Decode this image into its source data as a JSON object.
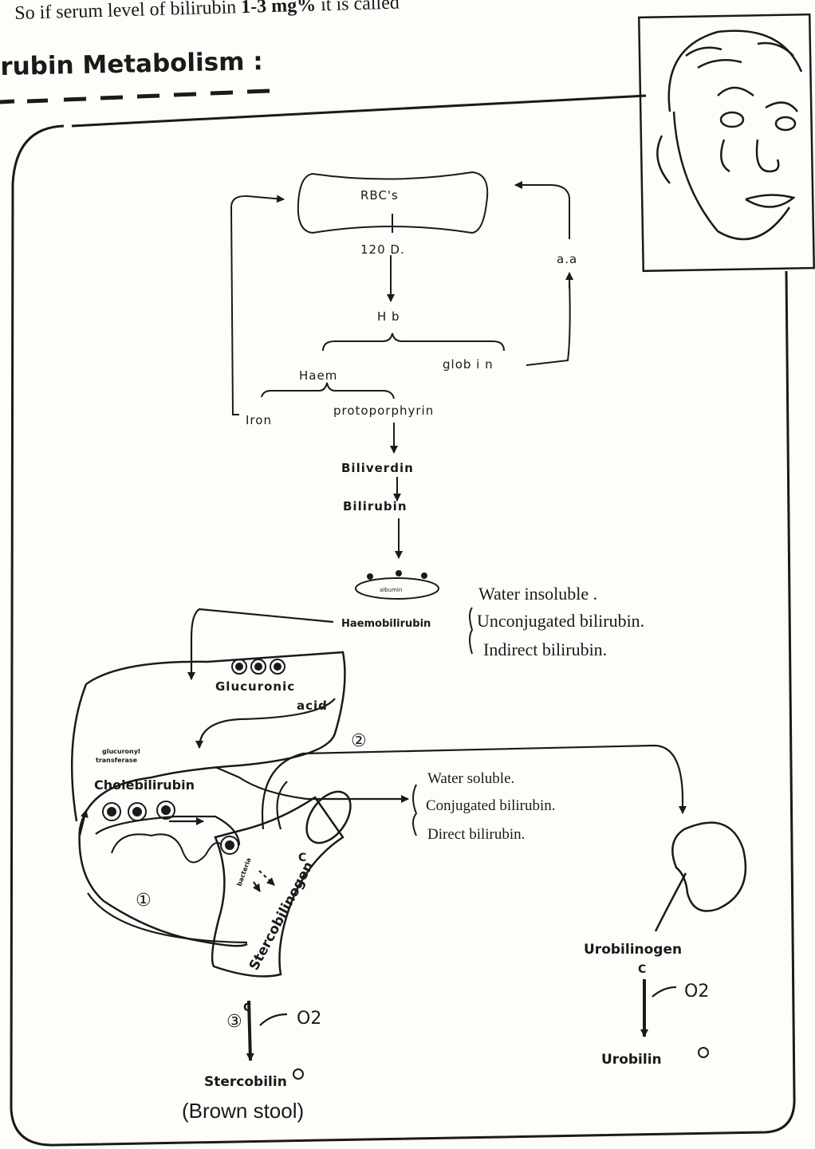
{
  "header": {
    "top_text_prefix": "So if serum level of bilirubin",
    "top_text_bold": "1-3 mg%",
    "top_text_suffix": "it is called",
    "title": "rubin Metabolism :"
  },
  "diagram": {
    "nodes": {
      "rbcs": "RBC's",
      "days": "120  D.",
      "hb": "H b",
      "haem": "Haem",
      "globin": "glob i n",
      "aa": "a.a",
      "iron": "Iron",
      "protoporphyrin": "protoporphyrin",
      "biliverdin": "Biliverdin",
      "bilirubin": "Bilirubin",
      "albumin": "albumin",
      "haemobilirubin": "Haemobilirubin",
      "glucuronic": "Glucuronic",
      "acid": "acid",
      "glucuronyl1": "glucuronyl",
      "glucuronyl2": "transferase",
      "cholebilirubin": "Cholebilirubin",
      "bacteria": "bacteria",
      "stercobilinogen": "Stercobilinogen",
      "urobilinogen": "Urobilinogen",
      "urobilin": "Urobilin",
      "stercobilin": "Stercobilin",
      "o2_left": "O2",
      "o2_right": "O2",
      "step1": "①",
      "step2": "②",
      "step3": "③",
      "brown_stool": "(Brown stool)"
    },
    "unconjugated_notes": [
      "Water insoluble .",
      "Unconjugated bilirubin.",
      "Indirect bilirubin."
    ],
    "conjugated_notes": [
      "Water soluble.",
      "Conjugated bilirubin.",
      "Direct bilirubin."
    ]
  }
}
